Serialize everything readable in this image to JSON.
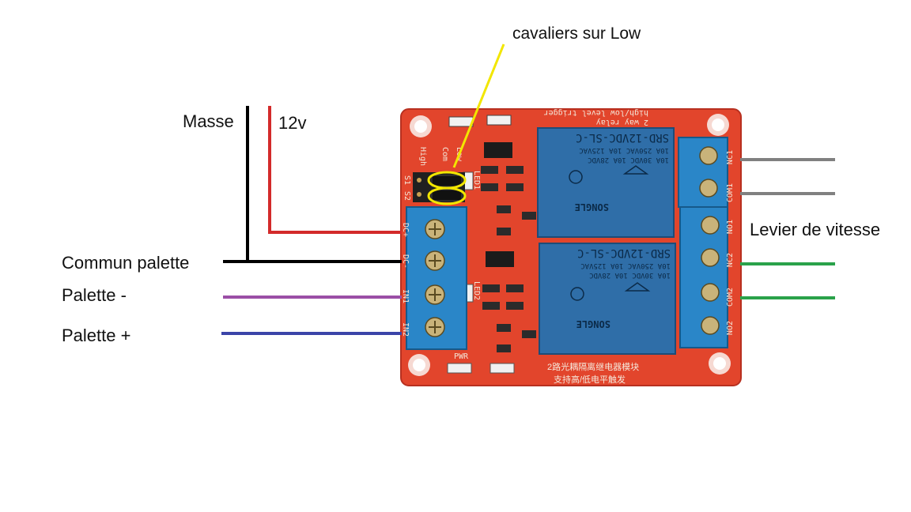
{
  "labels": {
    "jumpers": "cavaliers sur Low",
    "ground": "Masse",
    "power": "12v",
    "common": "Commun palette",
    "paddle_minus": "Palette -",
    "paddle_plus": "Palette +",
    "gear_lever": "Levier de vitesse"
  },
  "board": {
    "title_line1": "2 way relay",
    "title_line2": "high/low level trigger",
    "chinese_line1": "2路光耦隔离继电器模块",
    "chinese_line2": "支持高/低电平触发",
    "led1": "LED1",
    "led2": "LED2",
    "pwr": "PWR",
    "jumper_labels": [
      "High",
      "Com",
      "Low"
    ],
    "jumper_ids": [
      "S1",
      "S2"
    ],
    "left_pins": [
      "DC+",
      "DC-",
      "IN1",
      "IN2"
    ],
    "right_pins": [
      "NC1",
      "COM1",
      "NO1",
      "NC2",
      "COM2",
      "NO2"
    ],
    "relays": [
      {
        "model": "SRD-12VDC-SL-C",
        "specs": [
          "10A 250VAC  10A 125VAC",
          "10A 30VDC  10A 28VDC"
        ],
        "brand": "SONGLE"
      },
      {
        "model": "SRD-12VDC-SL-C",
        "specs": [
          "10A 250VAC  10A 125VAC",
          "10A 30VDC  10A 28VDC"
        ],
        "brand": "SONGLE"
      }
    ]
  },
  "colors": {
    "pcb": "#e2452c",
    "terminal": "#2a86c8",
    "relay": "#2f6ea8",
    "wire_power": "#d32a2a",
    "wire_ground": "#000000",
    "wire_paddle_minus": "#9b4fa6",
    "wire_paddle_plus": "#3b45a8",
    "wire_nc": "#808080",
    "wire_nc2": "#2aa24a",
    "highlight": "#f2e600"
  }
}
